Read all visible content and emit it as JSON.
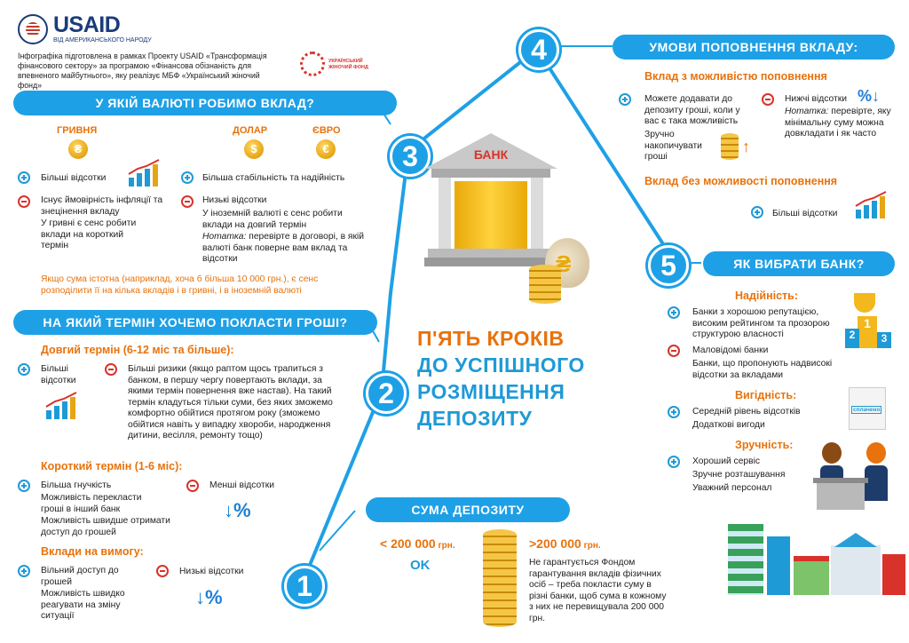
{
  "header": {
    "logo_text": "USAID",
    "logo_sub": "ВІД АМЕРИКАНСЬКОГО НАРОДУ",
    "intro": "Інфографіка підготовлена в рамках Проекту USAID «Трансформація фінансового сектору» за програмою «Фінансова обізнаність для впевненого майбутнього», яку реалізує МБФ «Український жіночий фонд»",
    "fund_logo": "УКРАЇНСЬКИЙ ЖІНОЧИЙ ФОНД"
  },
  "title": {
    "line1": "П'ЯТЬ КРОКІВ",
    "line2": "ДО УСПІШНОГО",
    "line3": "РОЗМІЩЕННЯ",
    "line4": "ДЕПОЗИТУ"
  },
  "bank_label": "БАНК",
  "step3": {
    "num": "3",
    "banner": "У ЯКІЙ ВАЛЮТІ РОБИМО ВКЛАД?",
    "hryvnia": "ГРИВНЯ",
    "dollar": "ДОЛАР",
    "euro": "ЄВРО",
    "hryvnia_plus": "Більші відсотки",
    "hryvnia_minus1": "Існує ймовірність інфляції та знецінення вкладу",
    "hryvnia_minus2": "У гривні є сенс робити вклади на короткий термін",
    "fx_plus": "Більша стабільність та надійність",
    "fx_minus1": "Низькі відсотки",
    "fx_minus2": "У іноземній валюті є сенс робити вклади на довгий термін",
    "fx_note_label": "Нотатка:",
    "fx_note": " перевірте в договорі, в якій валюті банк поверне вам вклад та відсотки",
    "advice": "Якщо сума істотна (наприклад, хоча б більша 10 000 грн.), є сенс розподілити її на кілька вкладів і в гривні, і в іноземній валюті"
  },
  "step2": {
    "num": "2",
    "banner": "НА ЯКИЙ ТЕРМІН ХОЧЕМО ПОКЛАСТИ ГРОШІ?",
    "long_h": "Довгий термін (6-12 міс та більше):",
    "long_plus": "Більші відсотки",
    "long_minus": "Більші ризики (якщо раптом щось трапиться з банком, в першу чергу повертають вклади, за якими термін повернення вже настав). На такий термін кладуться тільки суми, без яких зможемо комфортно обійтися протягом року (зможемо обійтися навіть у випадку хвороби, народження дитини, весілля, ремонту тощо)",
    "short_h": "Короткий термін (1-6 міс):",
    "short_plus1": "Більша гнучкість",
    "short_plus2": "Можливість перекласти гроші в інший банк",
    "short_plus3": "Можливість швидше отримати доступ до грошей",
    "short_minus": "Менші відсотки",
    "demand_h": "Вклади на вимогу:",
    "demand_plus1": "Вільний доступ до грошей",
    "demand_plus2": "Можливість швидко реагувати на зміну ситуації",
    "demand_minus": "Низькі відсотки"
  },
  "step1": {
    "num": "1",
    "banner": "СУМА ДЕПОЗИТУ",
    "left_amount": "< 200 000",
    "left_unit": " грн.",
    "left_ok": "OK",
    "right_amount": ">200 000",
    "right_unit": " грн.",
    "right_text": "Не гарантується Фондом гарантування вкладів фізичних осіб – треба покласти суму в різні банки, щоб сума в кожному з них не перевищувала 200 000 грн."
  },
  "step4": {
    "num": "4",
    "banner": "УМОВИ ПОПОВНЕННЯ ВКЛАДУ:",
    "with_h": "Вклад з можливістю поповнення",
    "with_plus1": "Можете додавати до депозиту гроші, коли у вас є така можливість",
    "with_plus2": "Зручно накопичувати гроші",
    "with_minus": "Нижчі відсотки",
    "with_note_label": "Нотатка:",
    "with_note": " перевірте, яку мінімальну суму можна довкладати і як часто",
    "without_h": "Вклад без можливості поповнення",
    "without_plus": "Більші відсотки"
  },
  "step5": {
    "num": "5",
    "banner": "ЯК ВИБРАТИ БАНК?",
    "rel_h": "Надійність:",
    "rel_plus": "Банки з хорошою репутацією, високим рейтингом та прозорою структурою власності",
    "rel_minus1": "Маловідомі банки",
    "rel_minus2": "Банки, що пропонують надвисокі відсотки за вкладами",
    "ben_h": "Вигідність:",
    "ben_plus1": "Середній рівень відсотків",
    "ben_plus2": "Додаткові вигоди",
    "conv_h": "Зручність:",
    "conv_plus1": "Хороший сервіс",
    "conv_plus2": "Зручне розташування",
    "conv_plus3": "Уважний персонал",
    "receipt": "сплачено"
  },
  "colors": {
    "blue": "#1ea0e6",
    "orange": "#e8720c",
    "red": "#d9322a",
    "gold": "#e6a512"
  }
}
